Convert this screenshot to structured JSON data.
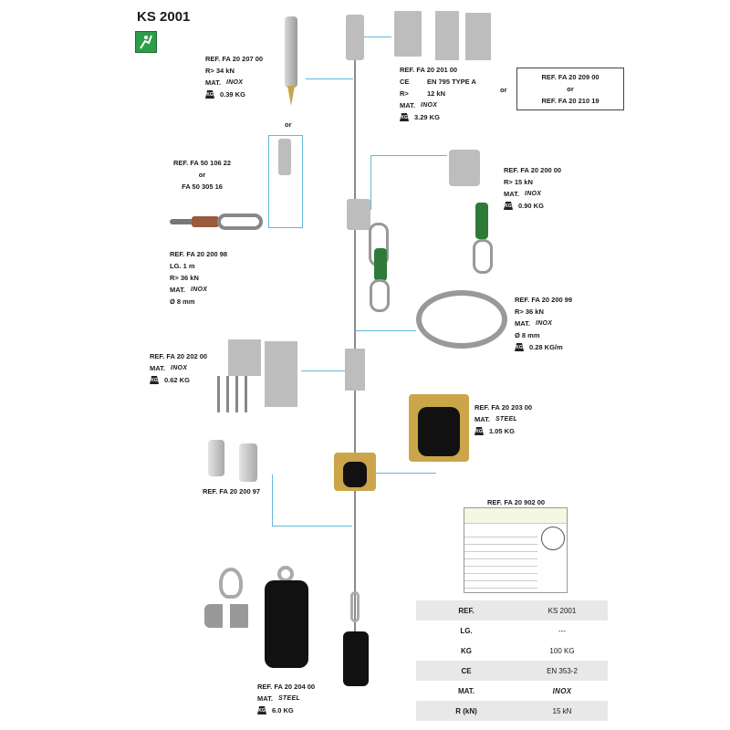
{
  "title": "KS 2001",
  "parts": {
    "terminal": {
      "ref": "REF. FA 20 207 00",
      "r": "R>  34 kN",
      "mat": "MAT.",
      "mat_val": "INOX",
      "weight": "0.39 KG"
    },
    "anchor": {
      "ref": "REF.  FA 20 201 00",
      "ce_label": "CE",
      "ce": "EN 795 TYPE A",
      "r_label": "R>",
      "r": "12 kN",
      "mat": "MAT.",
      "mat_val": "INOX",
      "weight": "3.29 KG"
    },
    "or1": "or",
    "alt_anchor": {
      "ref1": "REF. FA 20 209 00",
      "or": "or",
      "ref2": "REF. FA 20 210 19"
    },
    "or2": "or",
    "sleeve": {
      "ref1": "REF.  FA 50 106 22",
      "or": "or",
      "ref2": "FA 50 305 16"
    },
    "fall_arrest": {
      "ref": "REF. FA 20 200 00",
      "r": "R>   15 kN",
      "mat": "MAT.",
      "mat_val": "INOX",
      "weight": "0.90 KG"
    },
    "lanyard": {
      "ref": "REF. FA 20 200 98",
      "lg": "LG. 1 m",
      "r": "R>  36 kN",
      "mat": "MAT.",
      "mat_val": "INOX",
      "dia": "Ø 8 mm"
    },
    "cable": {
      "ref": "REF. FA 20 200 99",
      "r": "R>   36 kN",
      "mat": "MAT.",
      "mat_val": "INOX",
      "dia": "Ø 8 mm",
      "weight": "0.28 KG/m"
    },
    "bracket": {
      "ref": "REF. FA 20 202 00",
      "mat": "MAT.",
      "mat_val": "INOX",
      "weight": "0.62 KG"
    },
    "guide": {
      "ref": "REF. FA 20 203 00",
      "mat": "MAT.",
      "mat_val": "STEEL",
      "weight": "1.05 KG"
    },
    "stopper": {
      "ref": "REF. FA 20 200 97"
    },
    "label": {
      "ref": "REF. FA 20 902 00"
    },
    "weight": {
      "ref": "REF. FA 20 204 00",
      "mat": "MAT.",
      "mat_val": "STEEL",
      "weight": "6.0 KG"
    }
  },
  "spec_table": [
    {
      "k": "REF.",
      "v": "KS 2001"
    },
    {
      "k": "LG.",
      "v": "---"
    },
    {
      "k": "KG",
      "v": "100 KG"
    },
    {
      "k": "CE",
      "v": "EN 353-2"
    },
    {
      "k": "MAT.",
      "v": "INOX"
    },
    {
      "k": "R (kN)",
      "v": "15 kN"
    }
  ],
  "colors": {
    "leader": "#5fb8d8",
    "badge": "#2e9c4a"
  }
}
